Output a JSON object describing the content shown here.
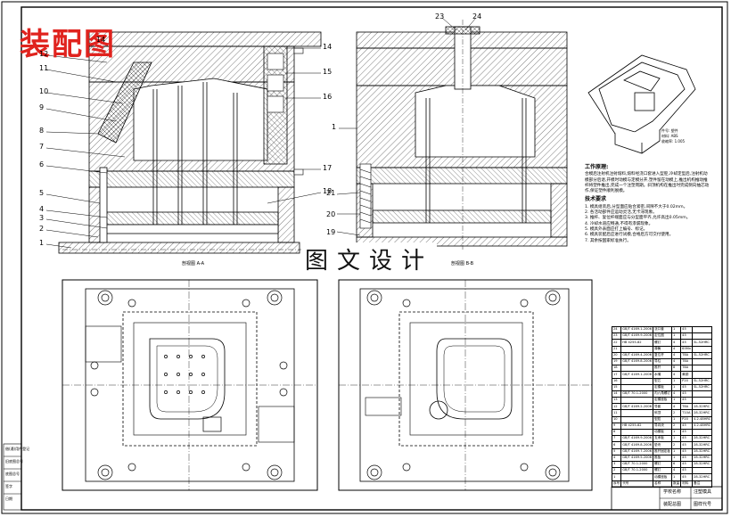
{
  "stamp": "装配图",
  "watermark": "图文设计",
  "callouts_left": [
    "14",
    "12",
    "11",
    "10",
    "9",
    "8",
    "7",
    "6",
    "5",
    "4",
    "3",
    "2",
    "1"
  ],
  "callouts_right": [
    "14",
    "15",
    "16",
    "17",
    "18"
  ],
  "callouts_section2": [
    "23",
    "24",
    "21",
    "20",
    "19",
    "1"
  ],
  "section_labels": {
    "a": "剖视图 A-A",
    "b": "剖视图 B-B"
  },
  "iso_labels": [
    "件号: 塑件",
    "材料: ABS",
    "收缩率: 1.005"
  ],
  "notes": {
    "work_title": "工作原理:",
    "work_text": "合模后注射机注射熔料,熔料经浇口套进入型腔,冷却定型后,注射机动模部分后退,开模时动模与定模分开,塑件留在动模上,推出机构推动推杆将塑件推出,完成一个注塑周期。斜顶机构在推出时完成侧向抽芯动作,保证塑件顺利脱模。",
    "tech_title": "技术要求",
    "tech_items": [
      "1. 模具组装后,分型面应贴合紧密,间隙不大于0.02mm。",
      "2. 各活动部件应运动灵活,无卡滞现象。",
      "3. 推杆、复位杆端面应与分型面平齐,允许高出0.05mm。",
      "4. 冷却水道应畅通,不得有渗漏现象。",
      "5. 模具外表面应打上编号、标记。",
      "6. 模具装配后应进行试模,合格后方可交付使用。",
      "7. 其余按国家标准执行。"
    ]
  },
  "bom_rows": [
    [
      "24",
      "GB/T 4169.1-2006",
      "浇口套",
      "1",
      "45",
      ""
    ],
    [
      "23",
      "GB/T 4169.9-2006",
      "定位圈",
      "1",
      "45",
      ""
    ],
    [
      "22",
      "HB 4255-82",
      "螺钉",
      "4",
      "45",
      "SL-52HRC"
    ],
    [
      "21",
      "",
      "弹簧",
      "4",
      "65Mn",
      ""
    ],
    [
      "20",
      "GB/T 4169.4-2006",
      "复位杆",
      "4",
      "T8A",
      "SL-52HRC"
    ],
    [
      "19",
      "GB/T 4169.8-2006",
      "导柱",
      "4",
      "T8A",
      ""
    ],
    [
      "18",
      "",
      "推杆",
      "8",
      "T8A",
      ""
    ],
    [
      "17",
      "GB/T 4169.1-2006",
      "水嘴",
      "4",
      "黄铜",
      ""
    ],
    [
      "16",
      "",
      "型芯",
      "1",
      "P20",
      "SL-52HRC"
    ],
    [
      "15",
      "",
      "定模板",
      "1",
      "45",
      "SL-52HRC"
    ],
    [
      "14",
      "GB/T 70.1-2000",
      "内六角螺钉",
      "4",
      "45",
      ""
    ],
    [
      "13",
      "",
      "定模座板",
      "1",
      "45",
      ""
    ],
    [
      "12",
      "GB/T 4169.2-2006",
      "导套",
      "4",
      "T8A",
      "28-32HRC"
    ],
    [
      "11",
      "",
      "斜顶",
      "2",
      "T10A",
      "28-32HRC"
    ],
    [
      "10",
      "",
      "型腔",
      "1",
      "P20",
      "4.2-48HRC"
    ],
    [
      "9",
      "HB 4255-82",
      "导向块",
      "2",
      "45",
      "4.2-48HRC"
    ],
    [
      "8",
      "",
      "动模板",
      "1",
      "45",
      ""
    ],
    [
      "7",
      "GB/T 4169.9-2006",
      "支承板",
      "1",
      "45",
      "28-32HRC"
    ],
    [
      "6",
      "GB/T 4169.8-2006",
      "垫块",
      "2",
      "45",
      "28-32HRC"
    ],
    [
      "5",
      "GB/T 4169.7-2006",
      "推杆固定板",
      "1",
      "45",
      "28-32HRC"
    ],
    [
      "4",
      "GB/T 4169.5-2006",
      "推板",
      "1",
      "45",
      "28-32HRC"
    ],
    [
      "3",
      "GB/T 70.1-2000",
      "螺钉",
      "6",
      "45",
      "28-32HRC"
    ],
    [
      "2",
      "GB/T 70.1-2000",
      "螺钉",
      "4",
      "45",
      ""
    ],
    [
      "1",
      "",
      "动模座板",
      "1",
      "45",
      "28-32HRC"
    ]
  ],
  "bom_header": [
    "序号",
    "代号",
    "名称",
    "数量",
    "材料",
    "备注"
  ],
  "title_block": {
    "name": "注塑模具",
    "school": "学校名称",
    "drawing": "装配总图",
    "code": "图样代号"
  },
  "left_strip": [
    "借(通)用件登记",
    "旧底图总号",
    "底图总号",
    "签字",
    "日期"
  ]
}
